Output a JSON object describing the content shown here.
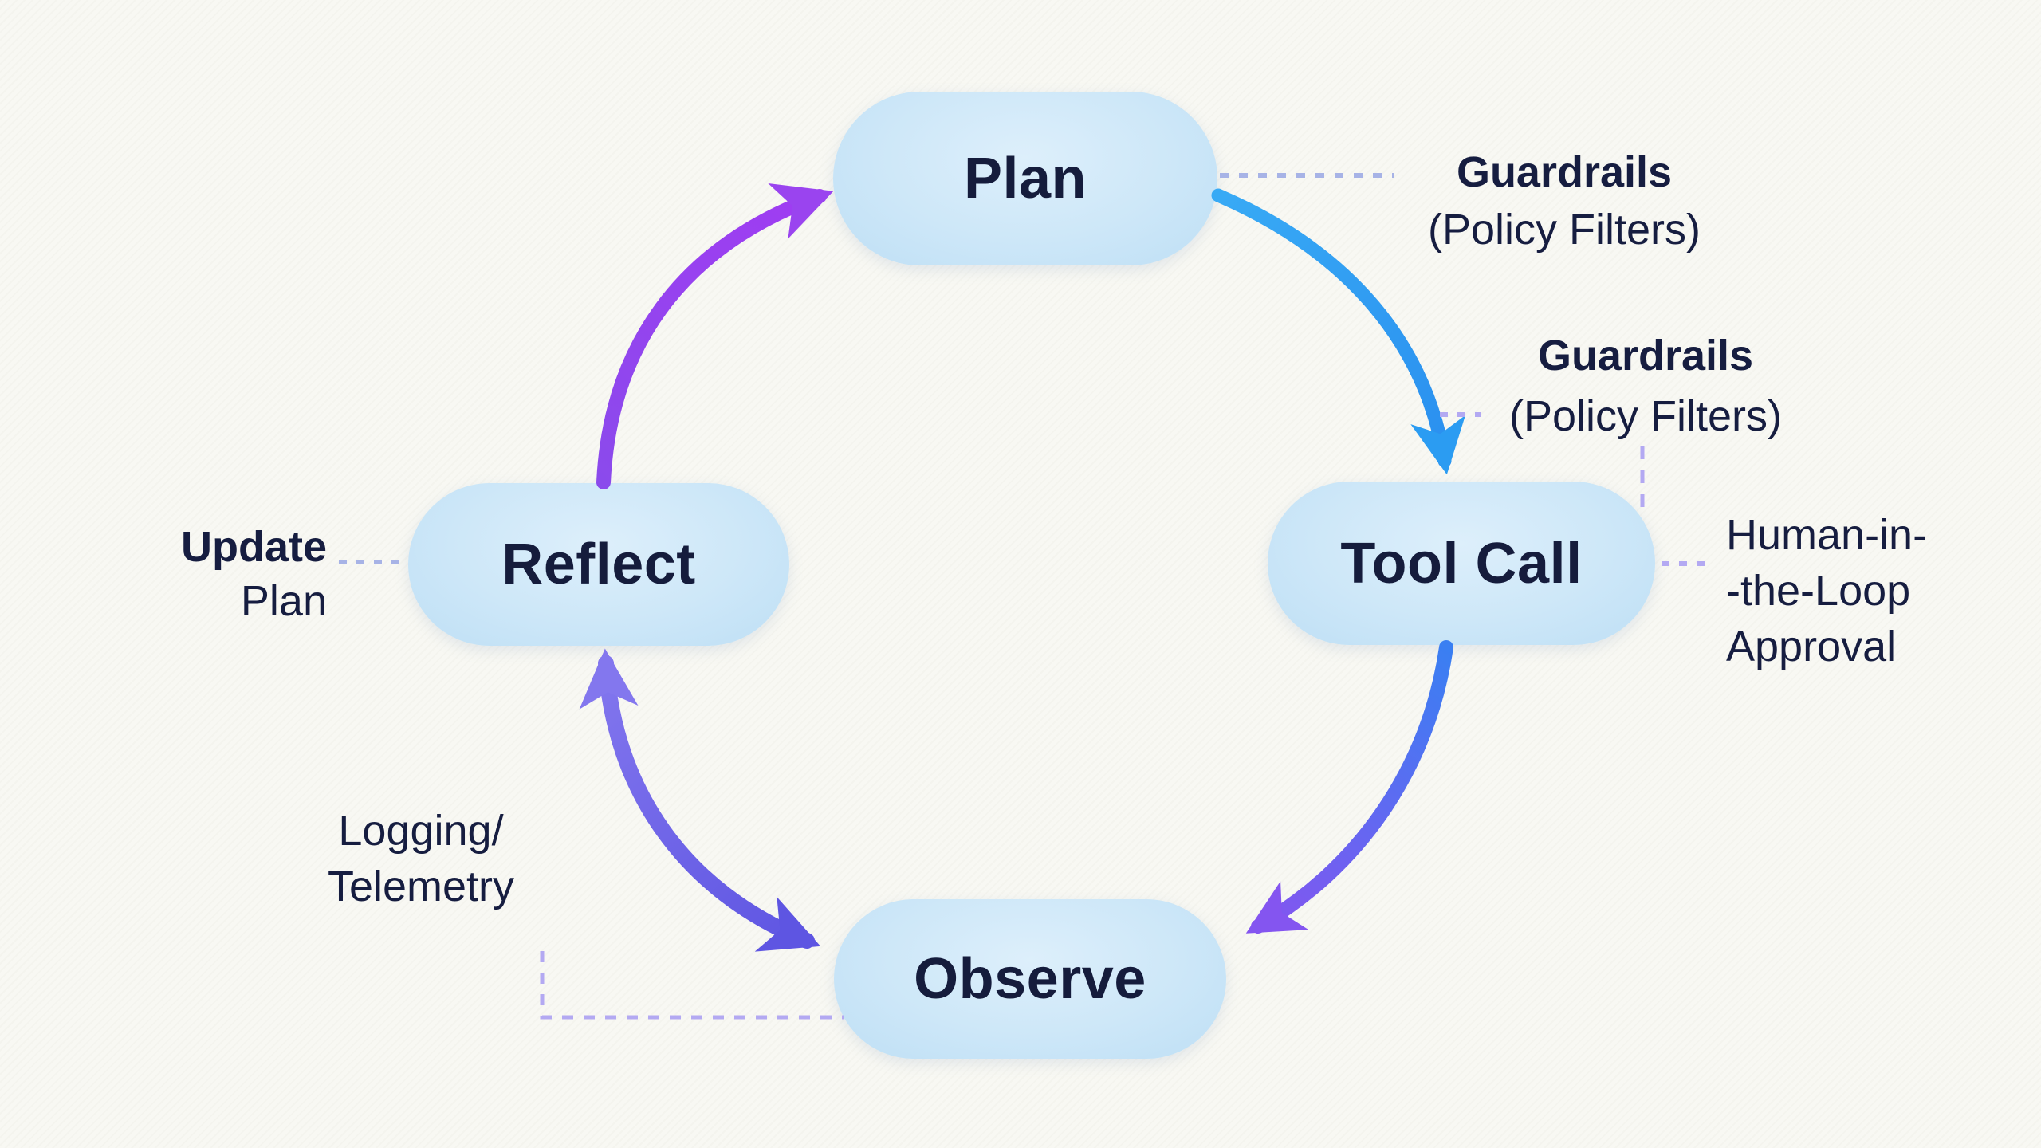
{
  "diagram": {
    "title_implicit": "Agent loop diagram",
    "background_color": "#f8f8f3",
    "node_fill_color": "#cde7f8",
    "node_text_color": "#151c3c",
    "annotation_text_color": "#161d40",
    "nodes": [
      {
        "id": "plan",
        "label": "Plan"
      },
      {
        "id": "tool-call",
        "label": "Tool Call"
      },
      {
        "id": "observe",
        "label": "Observe"
      },
      {
        "id": "reflect",
        "label": "Reflect"
      }
    ],
    "annotations": [
      {
        "id": "guardrails-plan",
        "lines": [
          "Guardrails",
          "(Policy Filters)"
        ],
        "bold_line_index": 0,
        "attached_to": "plan"
      },
      {
        "id": "guardrails-tool-call",
        "lines": [
          "Guardrails",
          "(Policy Filters)"
        ],
        "bold_line_index": 0,
        "attached_to": "plan-to-tool-call-arrow"
      },
      {
        "id": "human-in-the-loop",
        "lines": [
          "Human-in-",
          "-the-Loop",
          "Approval"
        ],
        "bold_line_index": -1,
        "attached_to": "tool-call"
      },
      {
        "id": "update-plan",
        "lines": [
          "Update",
          "Plan"
        ],
        "bold_line_index": 0,
        "attached_to": "reflect"
      },
      {
        "id": "logging-telemetry",
        "lines": [
          "Logging/",
          "Telemetry"
        ],
        "bold_line_index": -1,
        "attached_to": "observe"
      }
    ],
    "edges": [
      {
        "id": "reflect-to-plan",
        "from": "reflect",
        "to": "plan",
        "style": "curved-arrow",
        "color": "#9a44ef",
        "direction": "one-way"
      },
      {
        "id": "plan-to-tool-call",
        "from": "plan",
        "to": "tool-call",
        "style": "curved-arrow",
        "color": "#2b9cf2",
        "direction": "one-way"
      },
      {
        "id": "tool-call-to-observe",
        "from": "tool-call",
        "to": "observe",
        "style": "curved-arrow",
        "color_start": "#3a7ff2",
        "color_end": "#8455f0",
        "direction": "one-way"
      },
      {
        "id": "observe-reflect",
        "from": "observe",
        "to": "reflect",
        "style": "curved-arrow",
        "color_start": "#8377ee",
        "color_end": "#5e55e2",
        "direction": "two-way"
      }
    ],
    "connector_colors": {
      "blue_dotted": "#a7b3e6",
      "purple_dashed": "#b3a9f2"
    }
  }
}
